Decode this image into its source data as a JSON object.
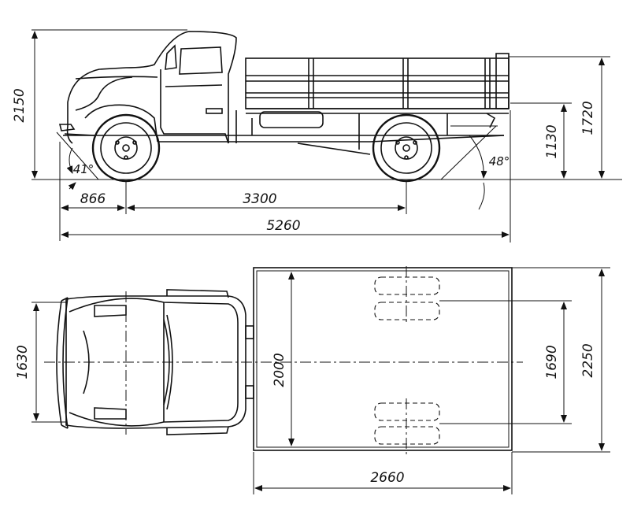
{
  "side_view": {
    "dimensions": {
      "overall_height": "2150",
      "front_overhang": "866",
      "wheelbase": "3300",
      "overall_length": "5260",
      "platform_height": "1130",
      "side_height": "1720",
      "approach_angle": "41°",
      "departure_angle": "48°"
    }
  },
  "top_view": {
    "dimensions": {
      "front_track": "1630",
      "platform_inner_width": "2000",
      "rear_track": "1690",
      "overall_width": "2250",
      "platform_length": "2660"
    }
  }
}
